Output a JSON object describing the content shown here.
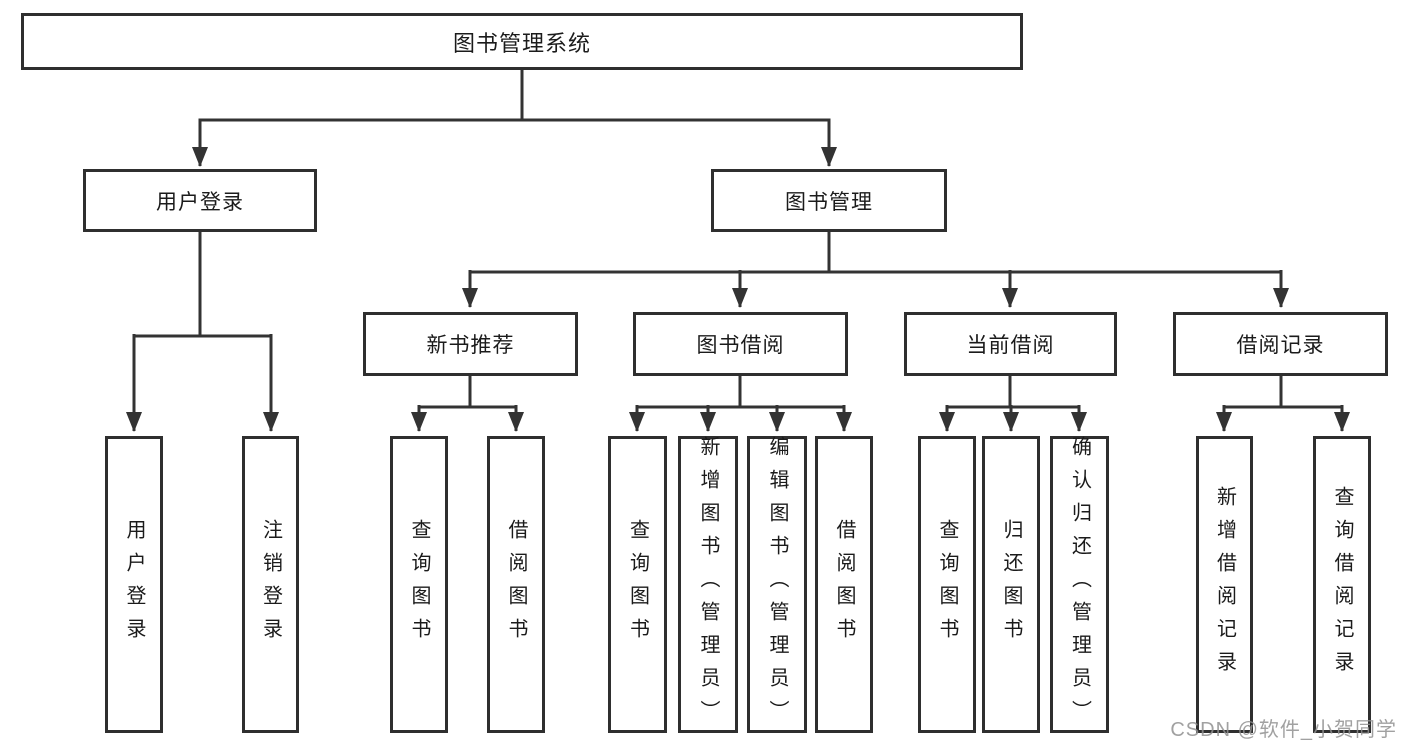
{
  "diagram": {
    "root": {
      "label": "图书管理系统"
    },
    "level2": [
      {
        "label": "用户登录"
      },
      {
        "label": "图书管理"
      }
    ],
    "level3": [
      {
        "label": "新书推荐"
      },
      {
        "label": "图书借阅"
      },
      {
        "label": "当前借阅"
      },
      {
        "label": "借阅记录"
      }
    ],
    "leaves": {
      "user": [
        {
          "label": "用户登录"
        },
        {
          "label": "注销登录"
        }
      ],
      "recommend": [
        {
          "label": "查询图书"
        },
        {
          "label": "借阅图书"
        }
      ],
      "borrowing": [
        {
          "label": "查询图书"
        },
        {
          "label": "新增图书（管理员）"
        },
        {
          "label": "编辑图书（管理员）"
        },
        {
          "label": "借阅图书"
        }
      ],
      "current": [
        {
          "label": "查询图书"
        },
        {
          "label": "归还图书"
        },
        {
          "label": "确认归还（管理员）"
        }
      ],
      "records": [
        {
          "label": "新增借阅记录"
        },
        {
          "label": "查询借阅记录"
        }
      ]
    },
    "colors": {
      "line": "#333333",
      "border": "#2f2f2f",
      "text": "#1b1b1b",
      "background": "#ffffff"
    }
  },
  "watermark": {
    "text": "CSDN @软件_小贺同学",
    "color": "#919191"
  }
}
